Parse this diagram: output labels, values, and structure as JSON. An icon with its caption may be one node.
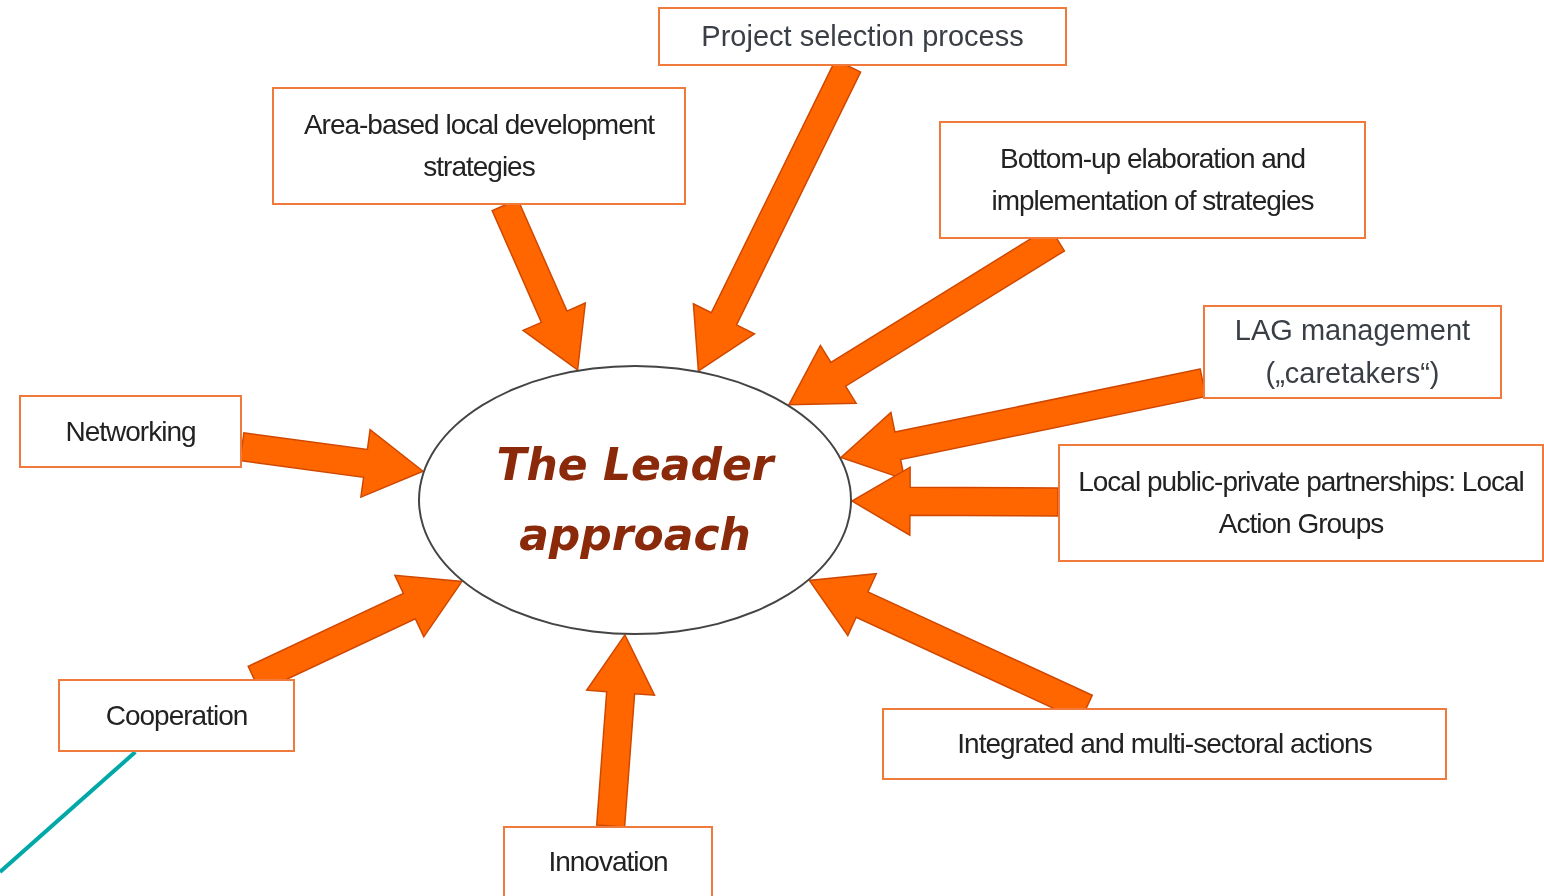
{
  "diagram": {
    "nodes": [
      {
        "text": [
          "Project selection process"
        ]
      },
      {
        "text": [
          "Area-based local development strategies"
        ]
      },
      {
        "text": [
          "Bottom-up elaboration and implementation of strategies"
        ]
      },
      {
        "text": [
          "LAG management („caretakers“)"
        ]
      },
      {
        "text": [
          "Networking"
        ]
      },
      {
        "text": [
          "The Leader approach"
        ]
      },
      {
        "text": [
          "Local public-private partnerships: Local Action Groups"
        ]
      },
      {
        "text": [
          "Cooperation"
        ]
      },
      {
        "text": [
          "Integrated and multi-sectoral actions"
        ]
      },
      {
        "text": [
          "Innovation"
        ]
      }
    ],
    "edges": [
      {
        "from": 0,
        "to": 5,
        "arrow": "to"
      },
      {
        "from": 1,
        "to": 5,
        "arrow": "to"
      },
      {
        "from": 2,
        "to": 5,
        "arrow": "to"
      },
      {
        "from": 3,
        "to": 5,
        "arrow": "to"
      },
      {
        "from": 4,
        "to": 5,
        "arrow": "to"
      },
      {
        "from": 6,
        "to": 5,
        "arrow": "to"
      },
      {
        "from": 7,
        "to": 5,
        "arrow": "to"
      },
      {
        "from": 8,
        "to": 5,
        "arrow": "to"
      },
      {
        "from": 9,
        "to": 5,
        "arrow": "to"
      },
      {
        "from": 7,
        "to": null,
        "arrow": "none",
        "color": "#00a8a8"
      }
    ]
  }
}
